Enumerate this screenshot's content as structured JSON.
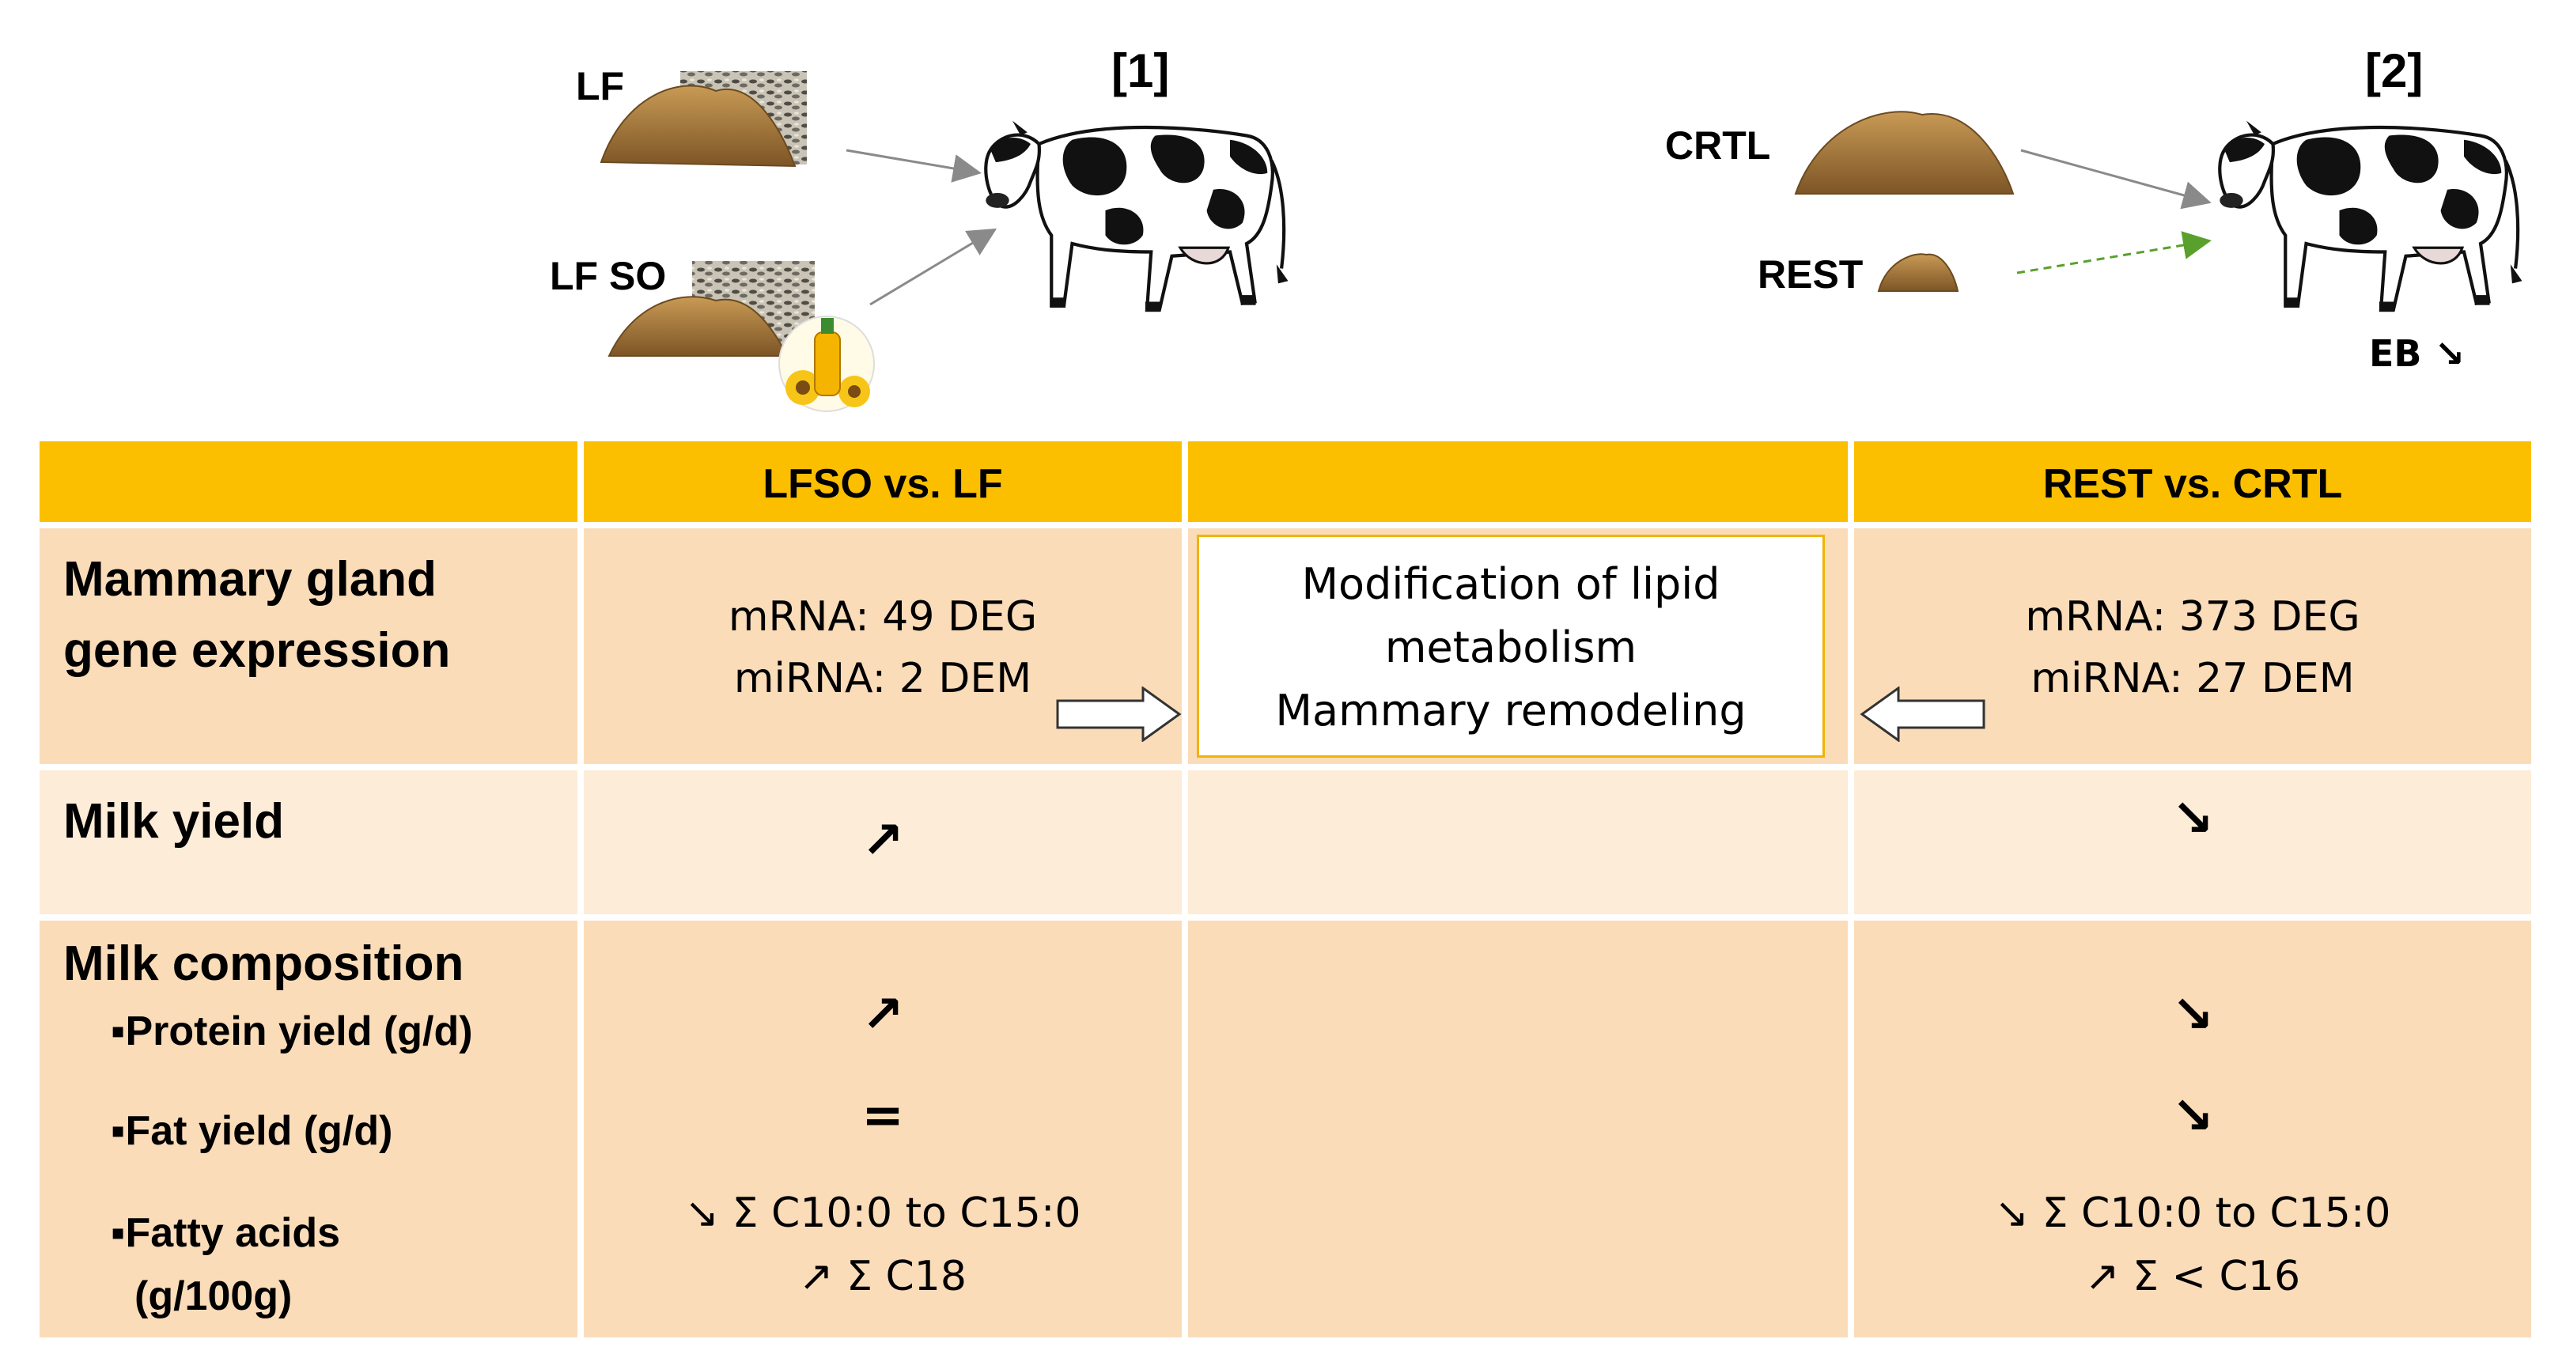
{
  "diagram": {
    "study1": {
      "ref": "[1]",
      "feed_lf": "LF",
      "feed_lfso": "LF SO"
    },
    "study2": {
      "ref": "[2]",
      "feed_crtl": "CRTL",
      "feed_rest": "REST",
      "eb_label": "EB ↘"
    }
  },
  "table": {
    "headers": [
      "",
      "LFSO vs. LF",
      "",
      "REST vs. CRTL"
    ],
    "rows": {
      "gene_expression": {
        "title_line1": "Mammary gland",
        "title_line2": "gene expression",
        "lfso_line1": "mRNA: 49 DEG",
        "lfso_line2": "miRNA: 2 DEM",
        "center_line1": "Modification of lipid",
        "center_line2": "metabolism",
        "center_line3": "Mammary remodeling",
        "rest_line1": "mRNA: 373 DEG",
        "rest_line2": "miRNA: 27 DEM"
      },
      "milk_yield": {
        "title": "Milk yield",
        "lfso": "↗",
        "rest": "↘"
      },
      "milk_composition": {
        "title": "Milk composition",
        "protein_label": "Protein yield (g/d)",
        "fat_label": "Fat yield  (g/d)",
        "fa_label_line1": "Fatty acids",
        "fa_label_line2": "(g/100g)",
        "lfso_protein": "↗",
        "lfso_fat": "=",
        "lfso_fa_line1": "↘ Σ C10:0 to C15:0",
        "lfso_fa_line2": "↗  Σ C18",
        "rest_protein": "↘",
        "rest_fat": "↘",
        "rest_fa_line1": "↘ Σ C10:0 to C15:0",
        "rest_fa_line2": "↗ Σ < C16"
      }
    }
  },
  "colors": {
    "header": "#fbbf00",
    "row_dark": "#fbdcb9",
    "row_light": "#fdecd8",
    "box_border": "#f0b400",
    "arrow_grey": "#8a8a8a",
    "arrow_green": "#5aa02c"
  }
}
